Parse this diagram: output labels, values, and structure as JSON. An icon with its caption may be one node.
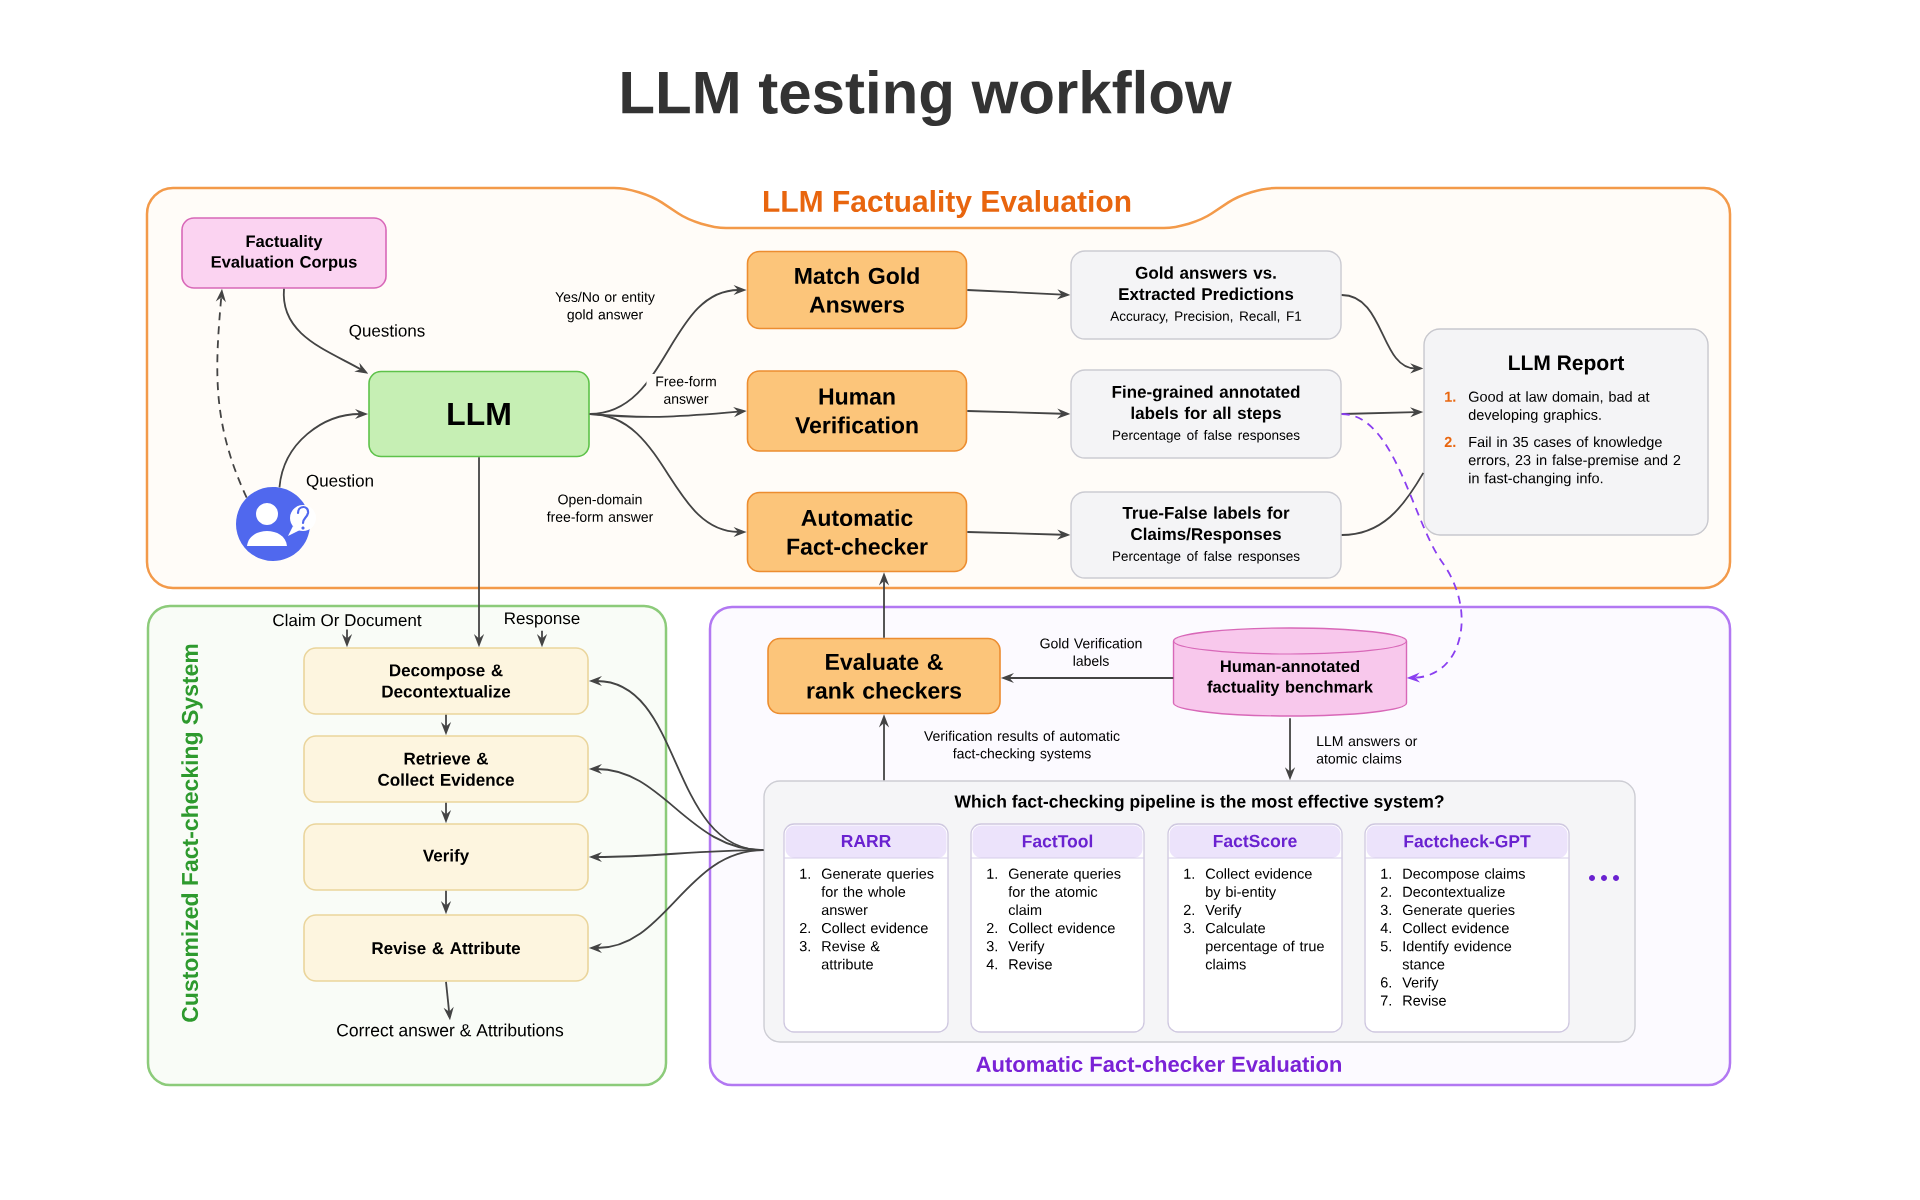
{
  "diagram": {
    "title": "LLM testing workflow",
    "nodes": [
      {
        "text": [
          "LLM Factuality Evaluation"
        ]
      },
      {
        "text": [
          "Factuality Evaluation Corpus"
        ],
        "in": 0
      },
      {
        "text": [
          "LLM"
        ],
        "in": 0
      },
      {
        "text": [],
        "shape": "person",
        "in": 0
      },
      {
        "text": [
          "Match Gold Answers"
        ],
        "in": 0
      },
      {
        "text": [
          "Human Verification"
        ],
        "in": 0
      },
      {
        "text": [
          "Automatic Fact-checker"
        ],
        "in": 0
      },
      {
        "text": [
          "Gold answers vs. Extracted Predictions",
          "Accuracy, Precision, Recall, F1"
        ],
        "in": 0
      },
      {
        "text": [
          "Fine-grained annotated labels for all steps",
          "Percentage of false responses"
        ],
        "in": 0
      },
      {
        "text": [
          "True-False labels for Claims/Responses",
          "Percentage of false responses"
        ],
        "in": 0
      },
      {
        "text": [
          "LLM Report",
          "1.",
          "Good at law domain, bad at developing graphics.",
          "2.",
          "Fail in 35 cases of knowledge errors, 23 in false-premise and 2 in fast-changing info."
        ],
        "in": 0
      },
      {
        "text": [
          "Customized Fact-checking System"
        ]
      },
      {
        "text": [
          "Claim Or Document"
        ],
        "in": 11
      },
      {
        "text": [
          "Response"
        ],
        "in": 11
      },
      {
        "text": [
          "Decompose & Decontextualize"
        ],
        "in": 11
      },
      {
        "text": [
          "Retrieve & Collect Evidence"
        ],
        "in": 11
      },
      {
        "text": [
          "Verify"
        ],
        "in": 11
      },
      {
        "text": [
          "Revise & Attribute"
        ],
        "in": 11
      },
      {
        "text": [
          "Correct answer & Attributions"
        ],
        "in": 11
      },
      {
        "text": [
          "Automatic Fact-checker Evaluation"
        ]
      },
      {
        "text": [
          "Evaluate & rank checkers"
        ],
        "in": 19
      },
      {
        "text": [
          "Human-annotated factuality benchmark"
        ],
        "in": 19
      },
      {
        "text": [
          "Which fact-checking pipeline is the most effective system?"
        ],
        "in": 19
      },
      {
        "text": [
          "RARR",
          "1.",
          "Generate queries for the whole answer",
          "2.",
          "Collect evidence",
          "3.",
          "Revise & attribute"
        ],
        "in": 22
      },
      {
        "text": [
          "FactTool",
          "1.",
          "Generate queries for the atomic claim",
          "2.",
          "Collect evidence",
          "3.",
          "Verify",
          "4.",
          "Revise"
        ],
        "in": 22
      },
      {
        "text": [
          "FactScore",
          "1.",
          "Collect evidence by bi-entity",
          "2.",
          "Verify",
          "3.",
          "Calculate percentage of true claims"
        ],
        "in": 22
      },
      {
        "text": [
          "Factcheck-GPT",
          "1.",
          "Decompose claims",
          "2.",
          "Decontextualize",
          "3.",
          "Generate queries",
          "4.",
          "Collect evidence",
          "5.",
          "Identify evidence stance",
          "6.",
          "Verify",
          "7.",
          "Revise"
        ],
        "in": 22
      }
    ],
    "edges": [
      {
        "from": 1,
        "to": 2,
        "arrow": "to",
        "label": "Questions"
      },
      {
        "from": 3,
        "to": 2,
        "arrow": "to",
        "label": "Question"
      },
      {
        "from": 3,
        "to": 1,
        "arrow": "to",
        "style": "dashed"
      },
      {
        "from": 2,
        "to": 4,
        "arrow": "to",
        "label": "Yes/No or entity gold answer"
      },
      {
        "from": 2,
        "to": 5,
        "arrow": "to",
        "label": "Free-form answer"
      },
      {
        "from": 2,
        "to": 6,
        "arrow": "to",
        "label": "Open-domain free-form answer"
      },
      {
        "from": 4,
        "to": 7,
        "arrow": "to"
      },
      {
        "from": 5,
        "to": 8,
        "arrow": "to"
      },
      {
        "from": 6,
        "to": 9,
        "arrow": "to"
      },
      {
        "from": 7,
        "to": 10,
        "arrow": "to"
      },
      {
        "from": 8,
        "to": 10,
        "arrow": "to"
      },
      {
        "from": 9,
        "to": 10,
        "arrow": "none"
      },
      {
        "from": 8,
        "to": 21,
        "arrow": "to",
        "style": "dashed",
        "color": "#8a3ff0"
      },
      {
        "from": 2,
        "to": 14,
        "arrow": "to"
      },
      {
        "from": 12,
        "to": 14,
        "arrow": "to"
      },
      {
        "from": 13,
        "to": 14,
        "arrow": "to"
      },
      {
        "from": 14,
        "to": 15,
        "arrow": "to"
      },
      {
        "from": 15,
        "to": 16,
        "arrow": "to"
      },
      {
        "from": 16,
        "to": 17,
        "arrow": "to"
      },
      {
        "from": 17,
        "to": 18,
        "arrow": "to"
      },
      {
        "from": 21,
        "to": 20,
        "arrow": "to",
        "label": "Gold Verification labels"
      },
      {
        "from": 21,
        "to": 22,
        "arrow": "to",
        "label": "LLM answers or atomic claims"
      },
      {
        "from": 22,
        "to": 20,
        "arrow": "to",
        "label": "Verification results of automatic fact-checking systems"
      },
      {
        "from": 20,
        "to": 6,
        "arrow": "to"
      },
      {
        "from": 22,
        "to": 14,
        "arrow": "to"
      },
      {
        "from": 22,
        "to": 15,
        "arrow": "to"
      },
      {
        "from": 22,
        "to": 16,
        "arrow": "to"
      },
      {
        "from": 22,
        "to": 17,
        "arrow": "to"
      }
    ]
  }
}
